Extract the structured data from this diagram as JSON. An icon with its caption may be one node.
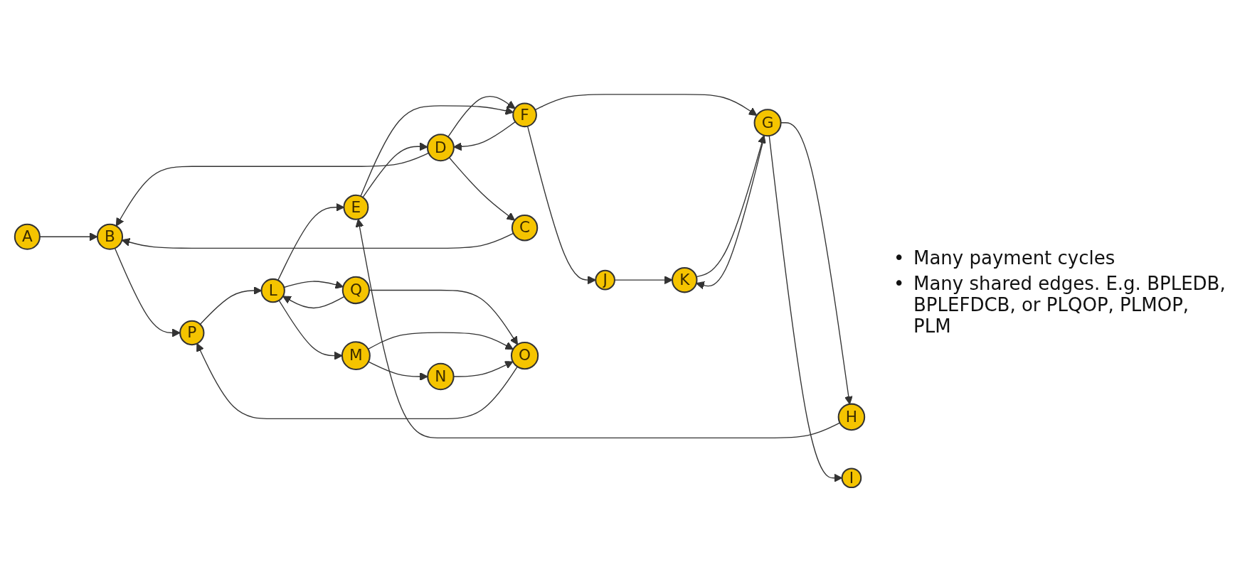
{
  "diagram": {
    "nodes": [
      {
        "text": [
          "A"
        ]
      },
      {
        "text": [
          "B"
        ]
      },
      {
        "text": [
          "D"
        ]
      },
      {
        "text": [
          "F"
        ]
      },
      {
        "text": [
          "J"
        ]
      },
      {
        "text": [
          "K"
        ]
      },
      {
        "text": [
          "P"
        ]
      },
      {
        "text": [
          "C"
        ]
      },
      {
        "text": [
          "E"
        ]
      },
      {
        "text": [
          "G"
        ]
      },
      {
        "text": [
          "O"
        ]
      },
      {
        "text": [
          "Q"
        ]
      },
      {
        "text": [
          "L"
        ]
      },
      {
        "text": [
          "H"
        ]
      },
      {
        "text": [
          "I"
        ]
      },
      {
        "text": [
          "N"
        ]
      },
      {
        "text": [
          "M"
        ]
      }
    ],
    "edges": [
      {
        "from": 0,
        "to": 1,
        "arrow": "to"
      },
      {
        "from": 2,
        "to": 1,
        "arrow": "to"
      },
      {
        "from": 2,
        "to": 3,
        "arrow": "to"
      },
      {
        "from": 3,
        "to": 2,
        "arrow": "to"
      },
      {
        "from": 3,
        "to": 4,
        "arrow": "to"
      },
      {
        "from": 4,
        "to": 5,
        "arrow": "to"
      },
      {
        "from": 1,
        "to": 6,
        "arrow": "to"
      },
      {
        "from": 2,
        "to": 7,
        "arrow": "to"
      },
      {
        "from": 7,
        "to": 1,
        "arrow": "to"
      },
      {
        "from": 8,
        "to": 2,
        "arrow": "to"
      },
      {
        "from": 8,
        "to": 3,
        "arrow": "to"
      },
      {
        "from": 3,
        "to": 9,
        "arrow": "to"
      },
      {
        "from": 9,
        "to": 5,
        "arrow": "to"
      },
      {
        "from": 5,
        "to": 9,
        "arrow": "to"
      },
      {
        "from": 6,
        "to": 12,
        "arrow": "to"
      },
      {
        "from": 10,
        "to": 6,
        "arrow": "to"
      },
      {
        "from": 11,
        "to": 12,
        "arrow": "to"
      },
      {
        "from": 12,
        "to": 11,
        "arrow": "to"
      },
      {
        "from": 11,
        "to": 10,
        "arrow": "to"
      },
      {
        "from": 12,
        "to": 8,
        "arrow": "to"
      },
      {
        "from": 13,
        "to": 8,
        "arrow": "to"
      },
      {
        "from": 9,
        "to": 13,
        "arrow": "to"
      },
      {
        "from": 9,
        "to": 14,
        "arrow": "to"
      },
      {
        "from": 12,
        "to": 16,
        "arrow": "to"
      },
      {
        "from": 16,
        "to": 10,
        "arrow": "to"
      },
      {
        "from": 16,
        "to": 15,
        "arrow": "to"
      },
      {
        "from": 15,
        "to": 10,
        "arrow": "to"
      }
    ],
    "labels": [
      "•",
      "Many payment cycles",
      "•",
      "Many shared edges. E.g. BPLEDB, BPLEFDCB, or PLQOP, PLMOP, PLM"
    ]
  }
}
